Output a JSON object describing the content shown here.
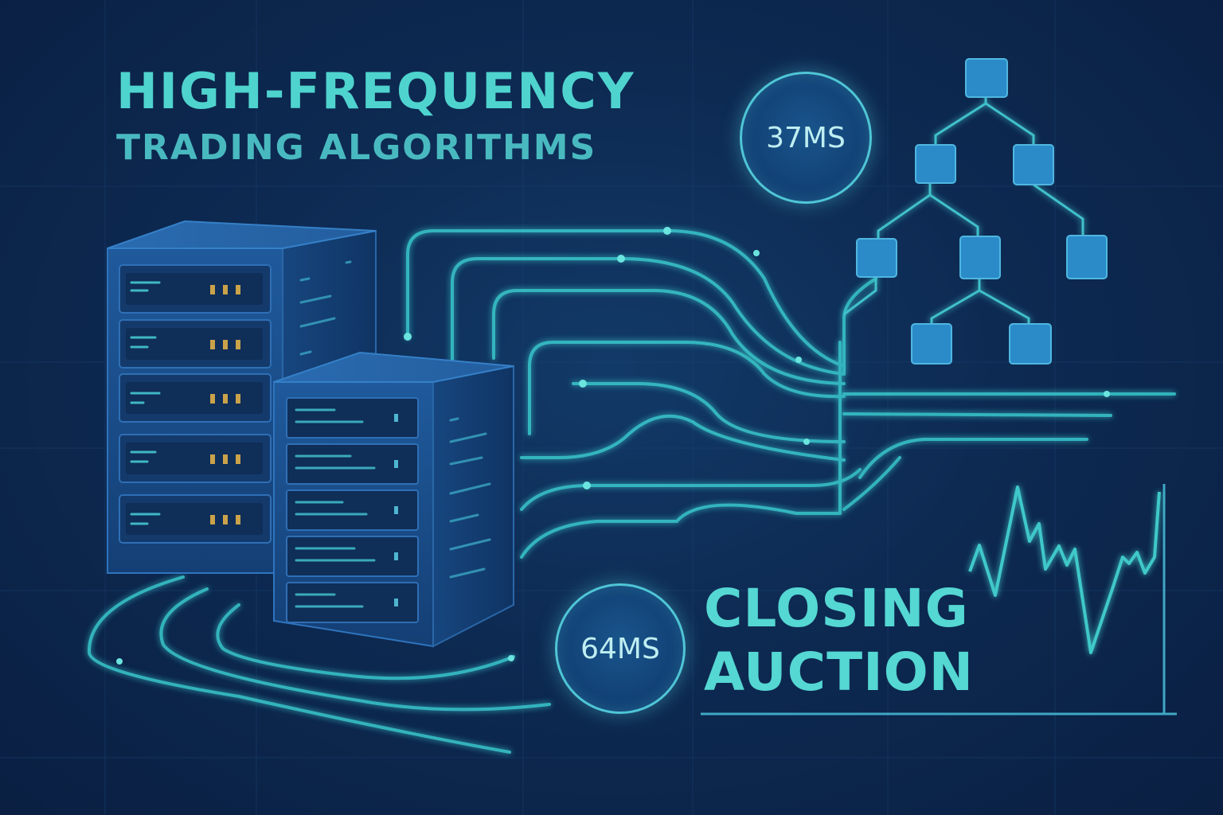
{
  "headline": {
    "line1": "HIGH-FREQUENCY",
    "line2": "TRADING ALGORITHMS"
  },
  "latency_badges": [
    {
      "label": "37MS"
    },
    {
      "label": "64MS"
    }
  ],
  "closing": {
    "line1": "CLOSING",
    "line2": "AUCTION"
  },
  "colors": {
    "background": "#0d2a52",
    "accent_teal": "#4fd3cf",
    "server_blue": "#1a4b86",
    "node_blue": "#2b8bc9"
  },
  "icons": [
    "server-rack-icon",
    "decision-tree-icon",
    "price-chart-icon"
  ]
}
